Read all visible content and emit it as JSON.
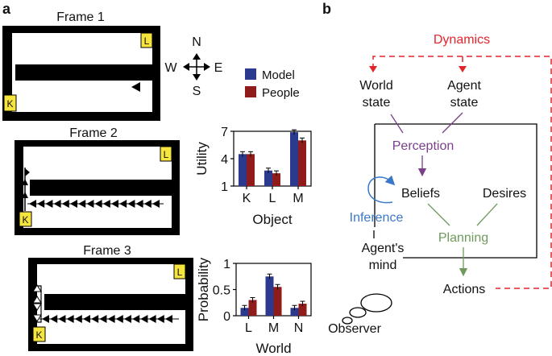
{
  "panel_a": {
    "label": "a",
    "frames": [
      {
        "title": "Frame 1",
        "corner_labels": {
          "top": "L",
          "bottom": "K"
        }
      },
      {
        "title": "Frame 2",
        "corner_labels": {
          "top": "L",
          "bottom": "K"
        }
      },
      {
        "title": "Frame 3",
        "corner_labels": {
          "top": "L",
          "bottom": "K"
        }
      }
    ],
    "compass": {
      "north": "N",
      "south": "S",
      "east": "E",
      "west": "W"
    },
    "legend": [
      {
        "name": "Model",
        "color": "#2b3a8f"
      },
      {
        "name": "People",
        "color": "#8f1b1b"
      }
    ]
  },
  "chart_data": [
    {
      "type": "bar",
      "ylabel": "Utility",
      "xlabel": "Object",
      "categories": [
        "K",
        "L",
        "M"
      ],
      "yticks": [
        "1",
        "4",
        "7"
      ],
      "ylim": [
        1,
        7
      ],
      "series": [
        {
          "name": "Model",
          "values": [
            4.5,
            2.7,
            6.9
          ]
        },
        {
          "name": "People",
          "values": [
            4.5,
            2.4,
            6.0
          ]
        }
      ],
      "error_bars": true,
      "legend_position": "top"
    },
    {
      "type": "bar",
      "ylabel": "Probability",
      "xlabel": "World",
      "categories": [
        "L",
        "M",
        "N"
      ],
      "yticks": [
        "0",
        "0.5",
        "1"
      ],
      "ylim": [
        0,
        1
      ],
      "series": [
        {
          "name": "Model",
          "values": [
            0.15,
            0.75,
            0.15
          ]
        },
        {
          "name": "People",
          "values": [
            0.3,
            0.55,
            0.23
          ]
        }
      ],
      "error_bars": true
    }
  ],
  "panel_b": {
    "label": "b",
    "dynamics": "Dynamics",
    "world_state": [
      "World",
      "state"
    ],
    "agent_state": [
      "Agent",
      "state"
    ],
    "perception": "Perception",
    "beliefs": "Beliefs",
    "desires": "Desires",
    "inference": "Inference",
    "planning": "Planning",
    "agents_mind": [
      "Agent's",
      "mind"
    ],
    "actions": "Actions",
    "observer": "Observer",
    "colors": {
      "dynamics": "#e3242b",
      "perception": "#7b3f8c",
      "inference": "#3a78c9",
      "planning": "#6f9a5b"
    }
  }
}
